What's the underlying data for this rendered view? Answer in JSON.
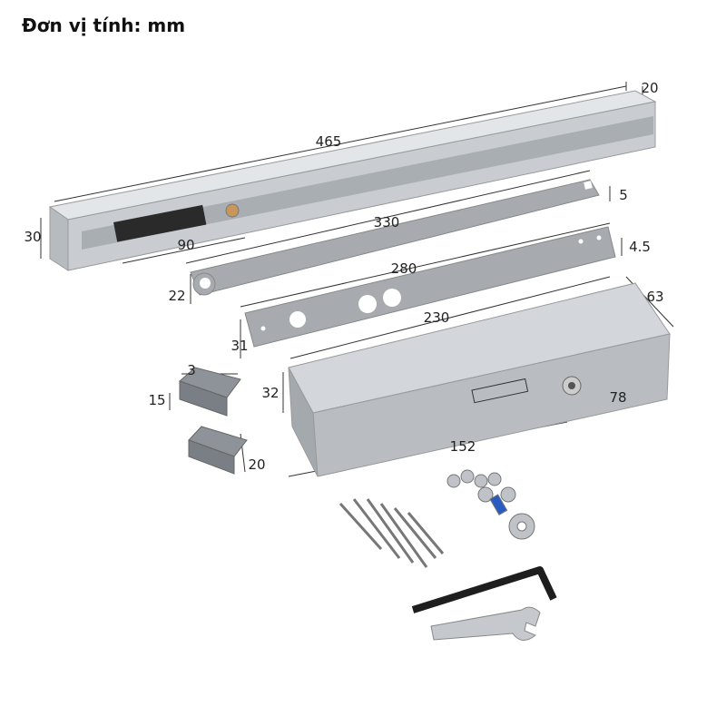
{
  "title": "Đơn vị tính: mm",
  "dimensions": {
    "track_length": "465",
    "track_width": "20",
    "track_height": "30",
    "track_slot": "90",
    "arm1_length": "330",
    "arm1_thickness": "5",
    "arm2_length": "280",
    "arm2_thickness": "4.5",
    "arm1_width": "22",
    "plate_width": "31",
    "body_length": "230",
    "body_depth": "63",
    "body_height": "32",
    "body_spindle_offset": "78",
    "body_spindle_distance": "152",
    "cap_thickness": "3",
    "cap_height": "15",
    "cap_width": "20"
  },
  "colors": {
    "aluminium": "#c9cdd2",
    "aluminium_dark": "#9ea3a8",
    "steel": "#a7abb0",
    "black": "#1e1e1e"
  }
}
